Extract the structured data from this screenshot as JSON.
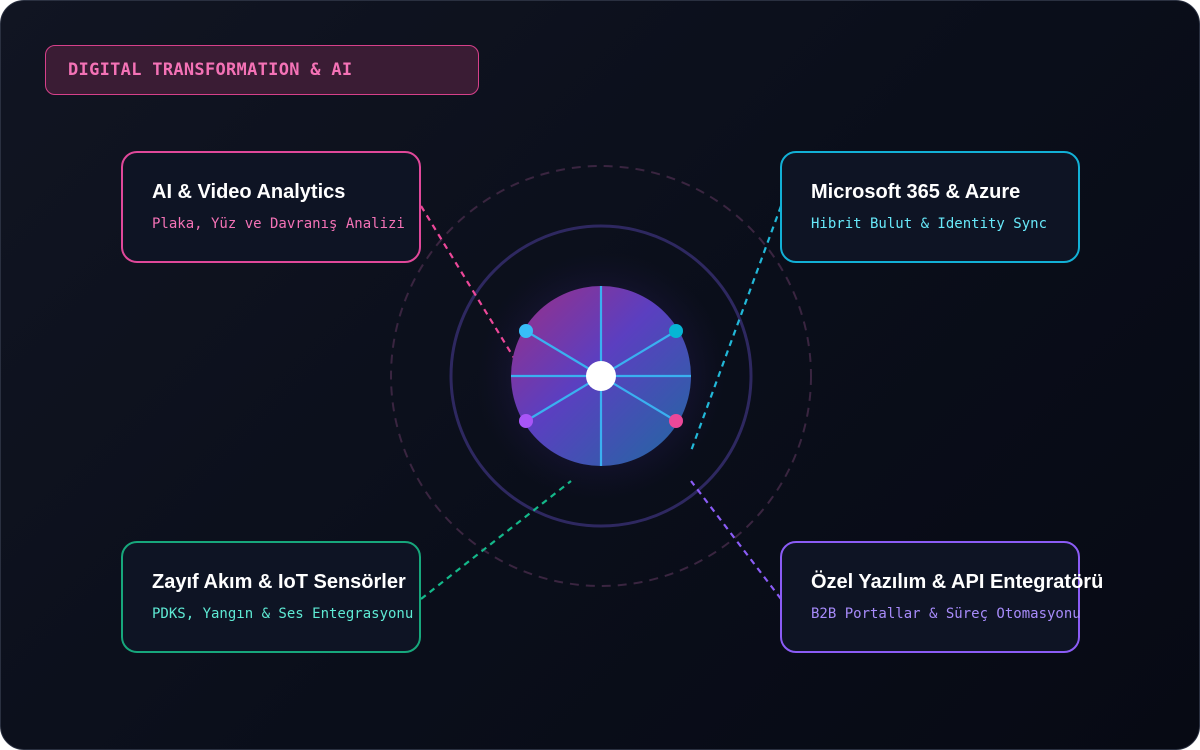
{
  "header": {
    "badge_label": "DIGITAL TRANSFORMATION & AI"
  },
  "cards": [
    {
      "title": "AI & Video Analytics",
      "subtitle": "Plaka, Yüz ve Davranış Analizi",
      "accent": "#e0489a"
    },
    {
      "title": "Microsoft 365 & Azure",
      "subtitle": "Hibrit Bulut & Identity Sync",
      "accent": "#12b0d6"
    },
    {
      "title": "Zayıf Akım & IoT Sensörler",
      "subtitle": "PDKS, Yangın & Ses Entegrasyonu",
      "accent": "#17a77c"
    },
    {
      "title": "Özel Yazılım & API Entegratörü",
      "subtitle": "B2B Portallar & Süreç Otomasyonu",
      "accent": "#8b5cf6"
    }
  ],
  "hub": {
    "icon": "network-hub-icon",
    "node_colors": [
      "#38bdf8",
      "#06b6d4",
      "#a855f7",
      "#ec4899"
    ]
  },
  "colors": {
    "background": "#0a0e1a",
    "badge_border": "#d6408a",
    "badge_text": "#f472b6",
    "orbit": "#2e2860"
  }
}
